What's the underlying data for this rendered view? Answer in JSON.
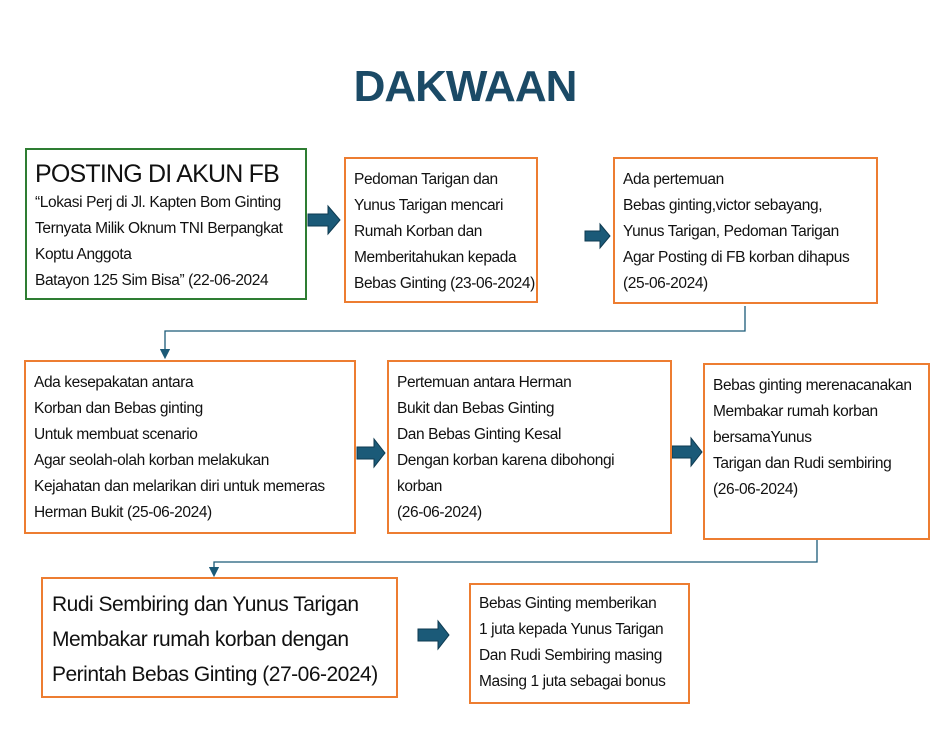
{
  "title": "DAKWAAN",
  "boxes": [
    {
      "heading": "POSTING DI AKUN FB",
      "lines": [
        "“Lokasi Perj di Jl. Kapten Bom Ginting",
        "Ternyata  Milik Oknum TNI Berpangkat",
        "Koptu Anggota",
        "Batayon 125  Sim Bisa” (22-06-2024"
      ]
    },
    {
      "lines": [
        "Pedoman Tarigan dan",
        "Yunus Tarigan mencari",
        "Rumah Korban dan",
        "Memberitahukan kepada",
        "Bebas Ginting (23-06-2024)"
      ]
    },
    {
      "lines": [
        "Ada pertemuan",
        "Bebas ginting,victor sebayang,",
        "Yunus Tarigan, Pedoman Tarigan",
        "Agar Posting di FB korban dihapus",
        "(25-06-2024)"
      ]
    },
    {
      "lines": [
        "Ada kesepakatan antara",
        "Korban dan Bebas ginting",
        "Untuk membuat scenario",
        "Agar seolah-olah korban melakukan",
        "Kejahatan dan melarikan diri untuk memeras",
        "Herman Bukit (25-06-2024)"
      ]
    },
    {
      "lines": [
        "Pertemuan antara Herman",
        "Bukit dan Bebas Ginting",
        "Dan Bebas Ginting Kesal",
        "Dengan korban karena dibohongi",
        "korban",
        " (26-06-2024)"
      ]
    },
    {
      "lines": [
        "Bebas ginting merenacanakan",
        "Membakar rumah korban",
        " bersamaYunus",
        "Tarigan  dan Rudi sembiring",
        "(26-06-2024)"
      ]
    },
    {
      "lines": [
        "Rudi Sembiring dan Yunus Tarigan",
        "Membakar rumah korban dengan",
        "Perintah Bebas Ginting (27-06-2024)"
      ]
    },
    {
      "lines": [
        "Bebas Ginting memberikan",
        "1 juta kepada Yunus Tarigan",
        "Dan Rudi Sembiring masing",
        "Masing 1 juta sebagai bonus"
      ]
    }
  ],
  "colors": {
    "title": "#1b4a66",
    "arrow": "#1b5a78",
    "box_border": "#ed7d31",
    "first_border": "#2e7d32"
  }
}
